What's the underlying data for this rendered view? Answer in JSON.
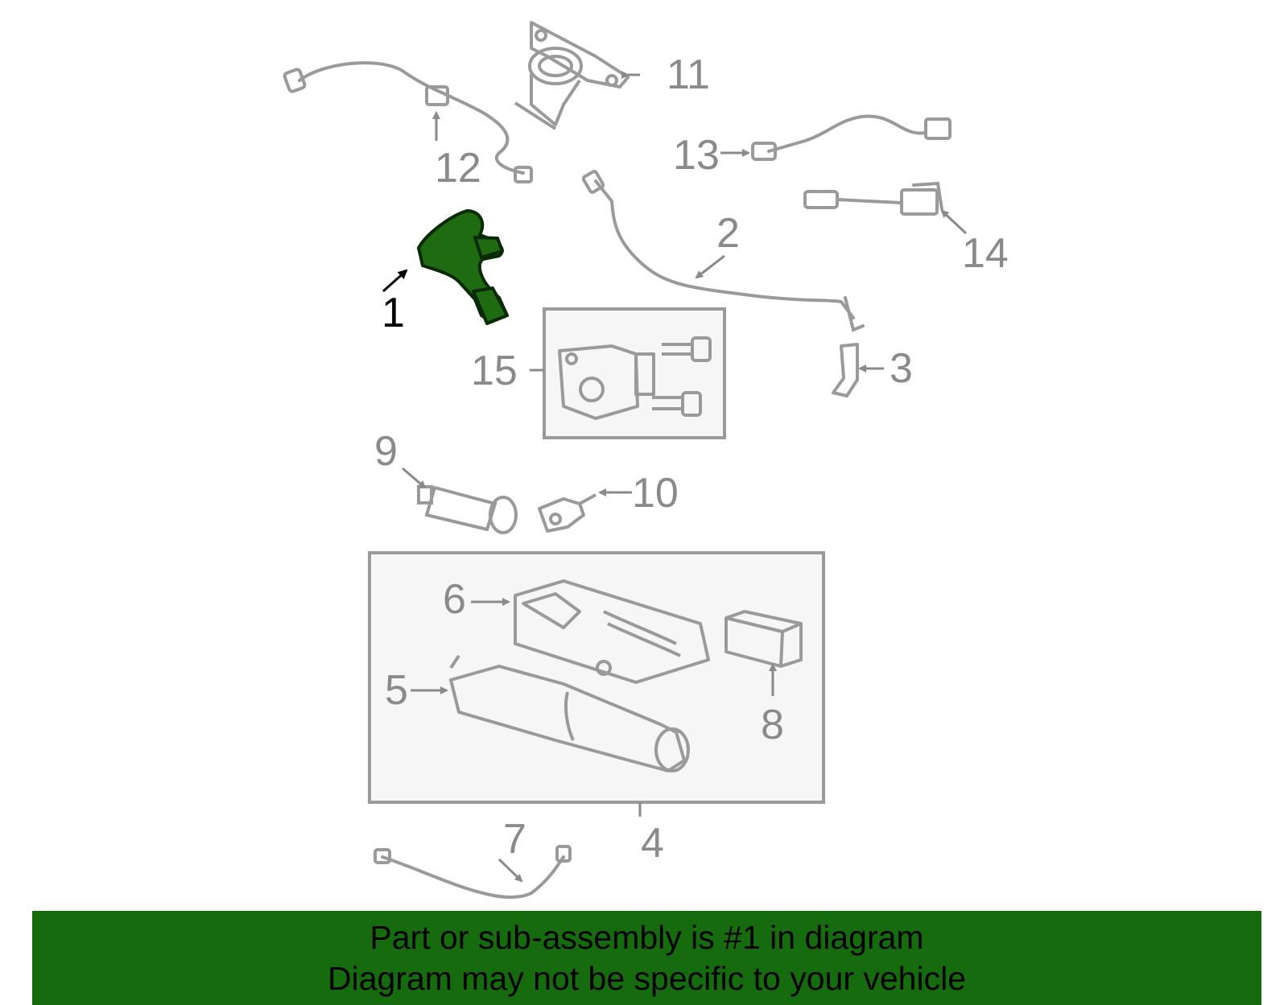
{
  "diagram": {
    "callouts": [
      {
        "id": "1",
        "label": "1",
        "highlighted": true
      },
      {
        "id": "2",
        "label": "2"
      },
      {
        "id": "3",
        "label": "3"
      },
      {
        "id": "4",
        "label": "4"
      },
      {
        "id": "5",
        "label": "5"
      },
      {
        "id": "6",
        "label": "6"
      },
      {
        "id": "7",
        "label": "7"
      },
      {
        "id": "8",
        "label": "8"
      },
      {
        "id": "9",
        "label": "9"
      },
      {
        "id": "10",
        "label": "10"
      },
      {
        "id": "11",
        "label": "11"
      },
      {
        "id": "12",
        "label": "12"
      },
      {
        "id": "13",
        "label": "13"
      },
      {
        "id": "14",
        "label": "14"
      },
      {
        "id": "15",
        "label": "15"
      }
    ],
    "colors": {
      "highlight_part": "#1e6b12",
      "highlight_outline": "#0a2a06",
      "part_line": "#9a9a9a",
      "box_fill": "#f6f6f6",
      "banner": "#156b0e"
    }
  },
  "banner": {
    "line1": "Part or sub-assembly is #1 in diagram",
    "line2": "Diagram may not be specific to your vehicle"
  }
}
